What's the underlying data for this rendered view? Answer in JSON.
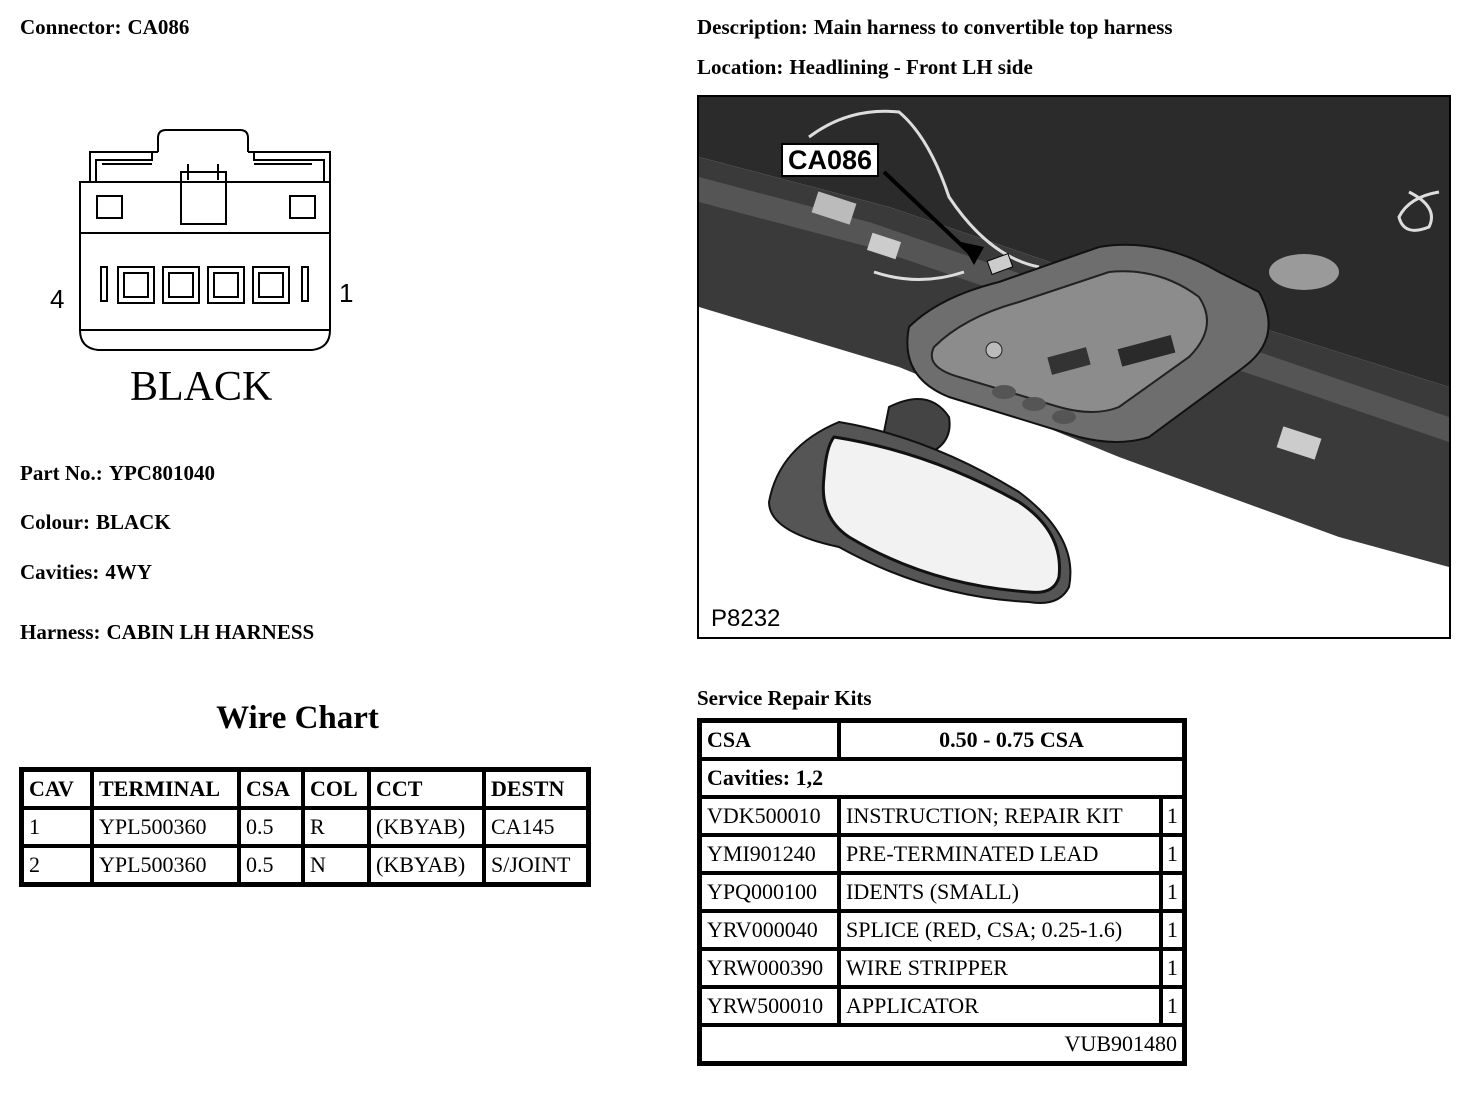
{
  "connector": {
    "label": "Connector:",
    "value": "CA086"
  },
  "description": {
    "label": "Description:",
    "value": "Main harness to convertible top harness"
  },
  "location": {
    "label": "Location:",
    "value": "Headlining - Front LH side"
  },
  "diagram": {
    "colour_text": "BLACK",
    "pin_left": "4",
    "pin_right": "1"
  },
  "details": {
    "part_no": {
      "label": "Part No.:",
      "value": "YPC801040"
    },
    "colour": {
      "label": "Colour:",
      "value": "BLACK"
    },
    "cavities": {
      "label": "Cavities:",
      "value": "4WY"
    },
    "harness": {
      "label": "Harness:",
      "value": "CABIN LH HARNESS"
    }
  },
  "photo": {
    "callout": "CA086",
    "reference": "P8232"
  },
  "wire_chart": {
    "title": "Wire Chart",
    "columns": [
      "CAV",
      "TERMINAL",
      "CSA",
      "COL",
      "CCT",
      "DESTN"
    ],
    "rows": [
      [
        "1",
        "YPL500360",
        "0.5",
        "R",
        "(KBYAB)",
        "CA145"
      ],
      [
        "2",
        "YPL500360",
        "0.5",
        "N",
        "(KBYAB)",
        "S/JOINT"
      ]
    ]
  },
  "repair_kits": {
    "title": "Service Repair Kits",
    "csa_label": "CSA",
    "csa_value": "0.50 - 0.75 CSA",
    "cavities": "Cavities: 1,2",
    "items": [
      {
        "part": "VDK500010",
        "desc": "INSTRUCTION; REPAIR KIT",
        "qty": "1"
      },
      {
        "part": "YMI901240",
        "desc": "PRE-TERMINATED LEAD",
        "qty": "1"
      },
      {
        "part": "YPQ000100",
        "desc": "IDENTS (SMALL)",
        "qty": "1"
      },
      {
        "part": "YRV000040",
        "desc": "SPLICE (RED, CSA; 0.25-1.6)",
        "qty": "1"
      },
      {
        "part": "YRW000390",
        "desc": "WIRE STRIPPER",
        "qty": "1"
      },
      {
        "part": "YRW500010",
        "desc": "APPLICATOR",
        "qty": "1"
      }
    ],
    "kit_number": "VUB901480"
  }
}
